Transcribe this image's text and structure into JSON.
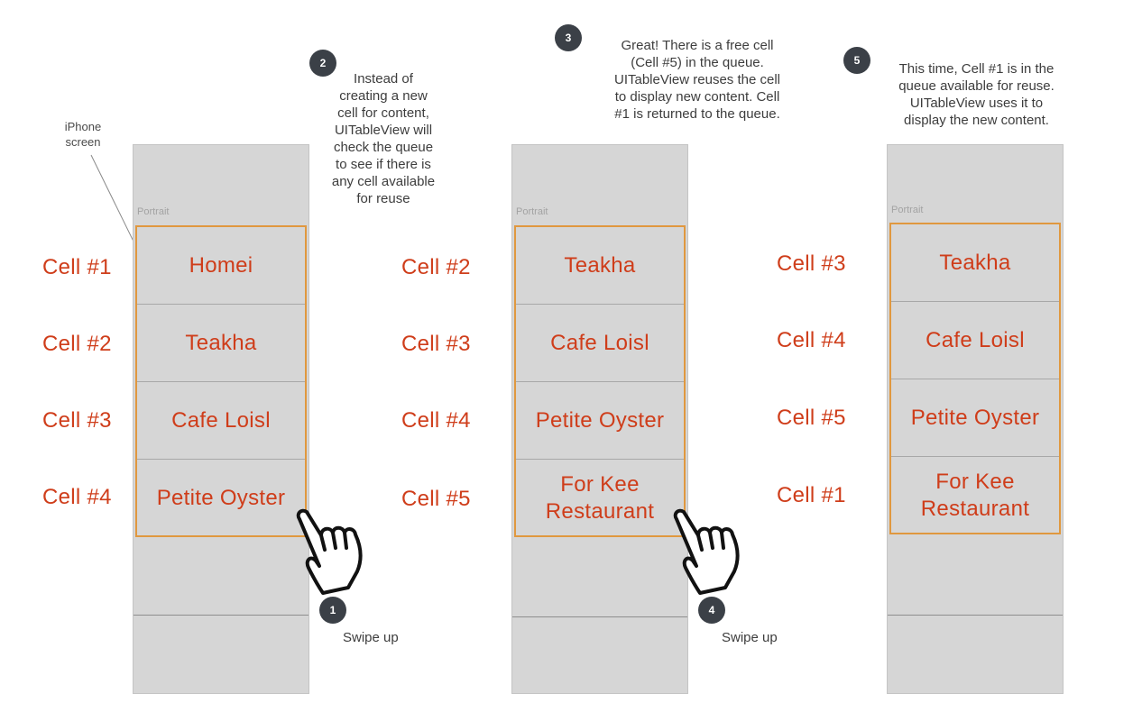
{
  "iphone_label": [
    "iPhone",
    "screen"
  ],
  "portrait_label": "Portrait",
  "panels": [
    {
      "cells": [
        "Homei",
        "Teakha",
        "Cafe Loisl",
        "Petite Oyster"
      ],
      "row_labels": [
        "Cell #1",
        "Cell #2",
        "Cell #3",
        "Cell #4"
      ]
    },
    {
      "cells": [
        "Teakha",
        "Cafe Loisl",
        "Petite Oyster",
        "For Kee Restaurant"
      ],
      "row_labels": [
        "Cell #2",
        "Cell #3",
        "Cell #4",
        "Cell #5"
      ]
    },
    {
      "cells": [
        "Teakha",
        "Cafe Loisl",
        "Petite Oyster",
        "For Kee Restaurant"
      ],
      "row_labels": [
        "Cell #3",
        "Cell #4",
        "Cell #5",
        "Cell #1"
      ]
    }
  ],
  "steps": {
    "s1": {
      "number": "1",
      "text": "Swipe up"
    },
    "s2": {
      "number": "2",
      "lines": [
        "Instead of",
        "creating a new",
        "cell for content,",
        "UITableView will",
        "check the queue",
        "to see if there is",
        "any cell available",
        "for reuse"
      ]
    },
    "s3": {
      "number": "3",
      "lines": [
        "Great! There is a free cell",
        "(Cell #5) in the queue.",
        "UITableView reuses the cell",
        "to display new content. Cell",
        "#1 is returned to the queue."
      ]
    },
    "s4": {
      "number": "4",
      "text": "Swipe up"
    },
    "s5": {
      "number": "5",
      "lines": [
        "This time, Cell #1 is in the",
        "queue available for reuse.",
        "UITableView uses it to",
        "display the new content."
      ]
    }
  },
  "colors": {
    "accent_red": "#cf3d1a",
    "cell_border_orange": "#e0983f",
    "badge": "#3b4047",
    "screen_gray": "#d6d6d6"
  }
}
